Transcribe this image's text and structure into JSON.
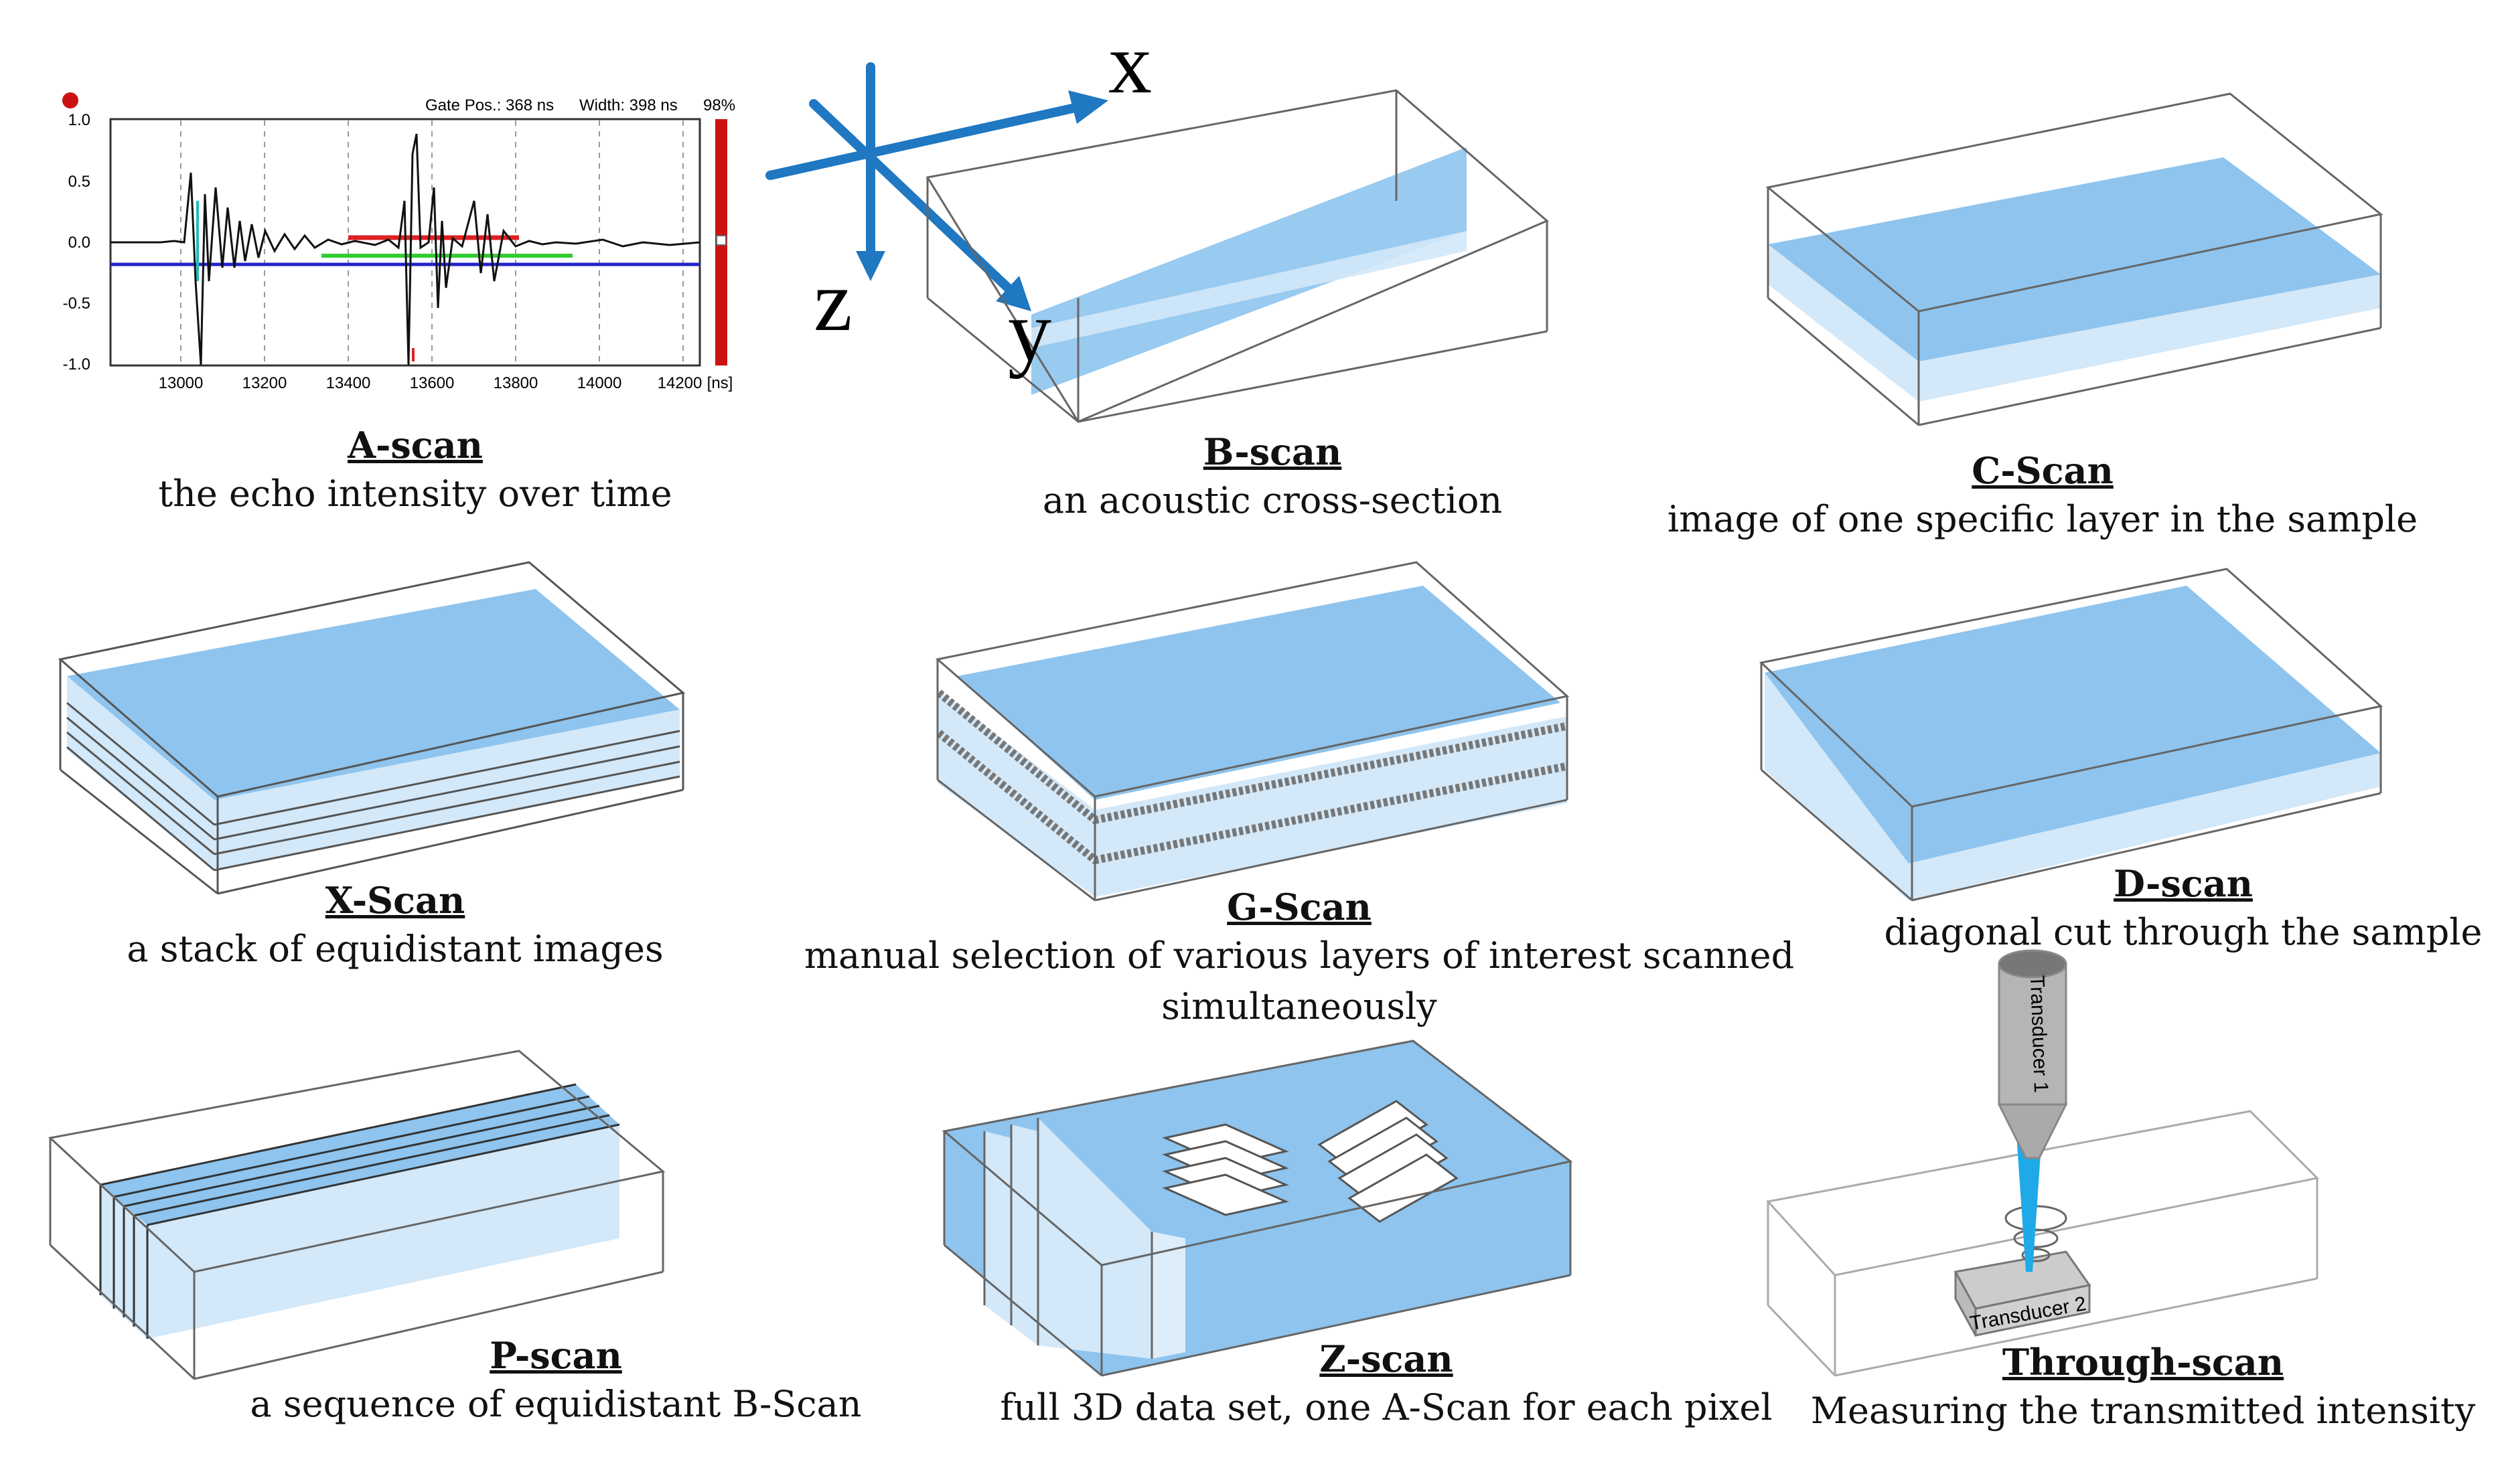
{
  "colors": {
    "slice_fill": "#8ec4ee",
    "slice_light": "#d3e8f8",
    "box_stroke": "#666666",
    "axis_blue": "#1f78c1",
    "signal_blue": "#2222cc",
    "signal_red": "#dd2222",
    "signal_green": "#33cc33",
    "gate_bar_red": "#cc1111"
  },
  "axes": {
    "x": "x",
    "y": "y",
    "z": "z"
  },
  "ascan_plot": {
    "gate_pos": "Gate Pos.: 368 ns",
    "width": "Width: 398 ns",
    "percent": "98%",
    "y_ticks": [
      "1.0",
      "0.5",
      "0.0",
      "-0.5",
      "-1.0"
    ],
    "x_ticks": [
      "13000",
      "13200",
      "13400",
      "13600",
      "13800",
      "14000",
      "14200"
    ],
    "x_unit": "[ns]"
  },
  "transducers": {
    "t1": "Transducer 1",
    "t2": "Transducer 2"
  },
  "panels": [
    {
      "id": "a-scan",
      "title": "A-scan",
      "lines": [
        "the echo intensity over time"
      ]
    },
    {
      "id": "b-scan",
      "title": "B-scan",
      "lines": [
        "an acoustic cross-section"
      ]
    },
    {
      "id": "c-scan",
      "title": "C-Scan",
      "lines": [
        "image of one specific layer in the sample"
      ]
    },
    {
      "id": "x-scan",
      "title": "X-Scan",
      "lines": [
        "a stack of equidistant images"
      ]
    },
    {
      "id": "g-scan",
      "title": "G-Scan",
      "lines": [
        "manual selection of various layers of interest scanned",
        "simultaneously"
      ]
    },
    {
      "id": "d-scan",
      "title": "D-scan",
      "lines": [
        "diagonal cut through the sample"
      ]
    },
    {
      "id": "p-scan",
      "title": "P-scan",
      "lines": [
        "a sequence of equidistant B-Scan"
      ]
    },
    {
      "id": "z-scan",
      "title": "Z-scan",
      "lines": [
        "full 3D data set, one A-Scan for each pixel"
      ]
    },
    {
      "id": "through-scan",
      "title": "Through-scan",
      "lines": [
        "Measuring the transmitted intensity"
      ]
    }
  ]
}
